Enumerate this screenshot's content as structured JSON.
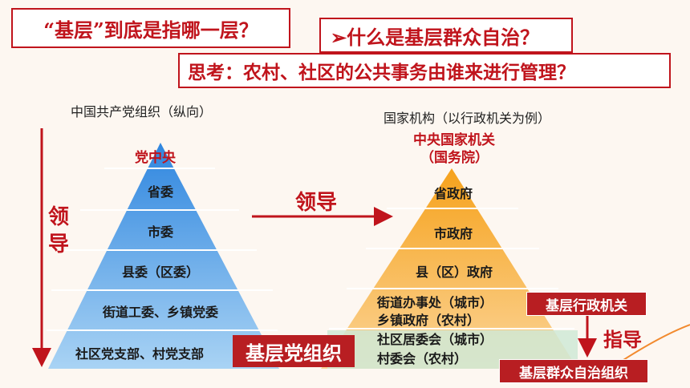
{
  "header": {
    "q1": "“基层”到底是指哪一层？",
    "q2": "➢什么是基层群众自治？",
    "q3": "思考：农村、社区的公共事务由谁来进行管理？"
  },
  "left": {
    "subtitle": "中国共产党组织（纵向）",
    "top": "党中央",
    "levels": [
      "省委",
      "市委",
      "县委（区委）",
      "街道工委、乡镇党委",
      "社区党支部、村党支部"
    ],
    "vertical_label": [
      "领",
      "导"
    ],
    "badge": "基层党组织"
  },
  "middle": {
    "arrow_label": "领导"
  },
  "right": {
    "subtitle": "国家机构（以行政机关为例）",
    "top_line1": "中央国家机关",
    "top_line2": "（国务院）",
    "levels": [
      "省政府",
      "市政府",
      "县（区）政府"
    ],
    "street_line1": "街道办事处（城市）",
    "street_line2": "乡镇政府（农村）",
    "bottom_line1": "社区居委会（城市）",
    "bottom_line2": "村委会（农村）",
    "badge_admin": "基层行政机关",
    "guide_label": "指导",
    "badge_mass": "基层群众自治组织"
  }
}
